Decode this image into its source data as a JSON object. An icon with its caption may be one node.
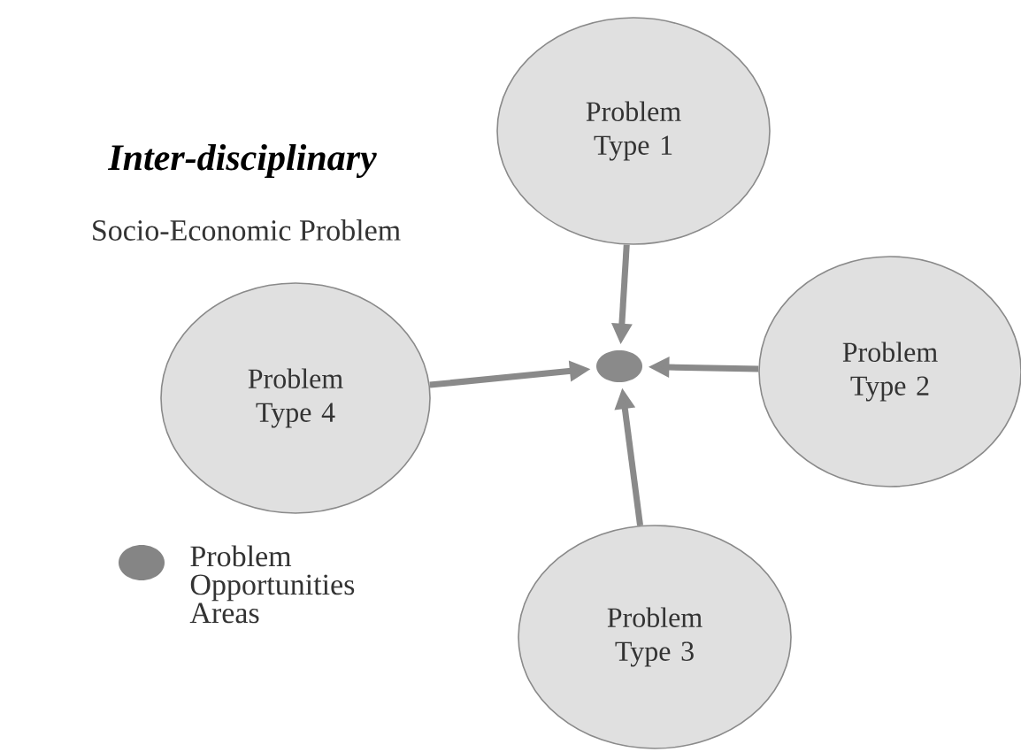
{
  "diagram": {
    "title": "Inter-disciplinary",
    "nodes": [
      {
        "text": [
          "Problem Type 1"
        ]
      },
      {
        "text": [
          "Problem Type 2"
        ]
      },
      {
        "text": [
          "Problem Type 3"
        ]
      },
      {
        "text": [
          "Problem Type 4"
        ]
      },
      {
        "text": [],
        "shape": "circle"
      }
    ],
    "edges": [
      {
        "from": 0,
        "to": 4,
        "arrow": "to"
      },
      {
        "from": 1,
        "to": 4,
        "arrow": "to"
      },
      {
        "from": 2,
        "to": 4,
        "arrow": "to"
      },
      {
        "from": 3,
        "to": 4,
        "arrow": "to"
      }
    ],
    "labels": [
      "Socio-Economic Problem"
    ],
    "legend": [
      {
        "text": "Problem Opportunities Areas",
        "color": "#858585"
      }
    ]
  }
}
